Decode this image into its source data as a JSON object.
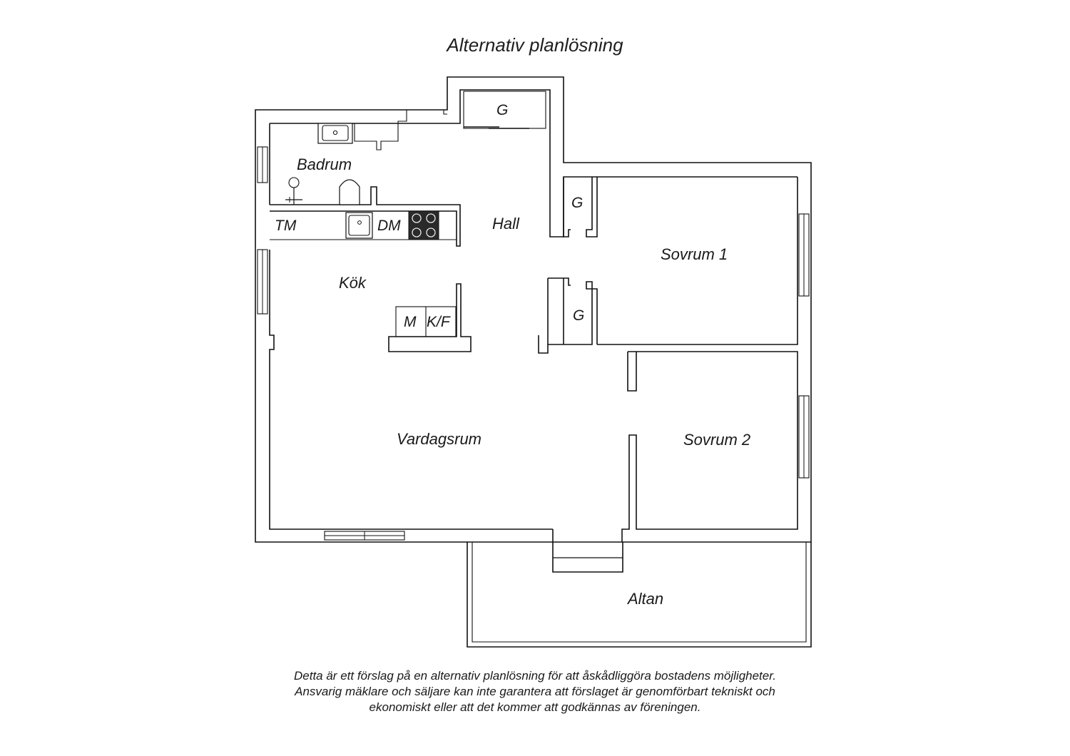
{
  "title": "Alternativ planlösning",
  "rooms": {
    "badrum": "Badrum",
    "hall": "Hall",
    "kok": "Kök",
    "sovrum1": "Sovrum 1",
    "sovrum2": "Sovrum 2",
    "vardagsrum": "Vardagsrum",
    "altan": "Altan"
  },
  "fixtures": {
    "g_top": "G",
    "g_mid": "G",
    "g_low": "G",
    "tm": "TM",
    "dm": "DM",
    "m": "M",
    "kf": "K/F"
  },
  "disclaimer": [
    "Detta är ett förslag på en alternativ planlösning för att åskådliggöra bostadens möjligheter.",
    "Ansvarig mäklare och säljare kan inte garantera att förslaget är genomförbart tekniskt och",
    "ekonomiskt eller att det kommer att godkännas av föreningen."
  ]
}
